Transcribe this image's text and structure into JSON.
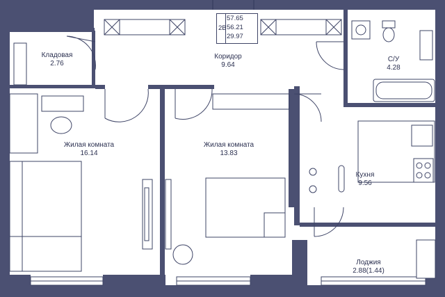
{
  "colors": {
    "wall": "#4b5072",
    "line": "#3e4466",
    "text": "#2b3050"
  },
  "summary": {
    "type_code": "2В",
    "area_total": "57.65",
    "area_living_adjusted": "56.21",
    "area_living": "29.97"
  },
  "rooms": {
    "storage": {
      "name": "Кладовая",
      "area": "2.76"
    },
    "corridor": {
      "name": "Коридор",
      "area": "9.64"
    },
    "bathroom": {
      "name": "С/У",
      "area": "4.28"
    },
    "living1": {
      "name": "Жилая комната",
      "area": "16.14"
    },
    "living2": {
      "name": "Жилая комната",
      "area": "13.83"
    },
    "kitchen": {
      "name": "Кухня",
      "area": "9.56"
    },
    "loggia": {
      "name": "Лоджия",
      "area": "2.88(1.44)"
    }
  }
}
